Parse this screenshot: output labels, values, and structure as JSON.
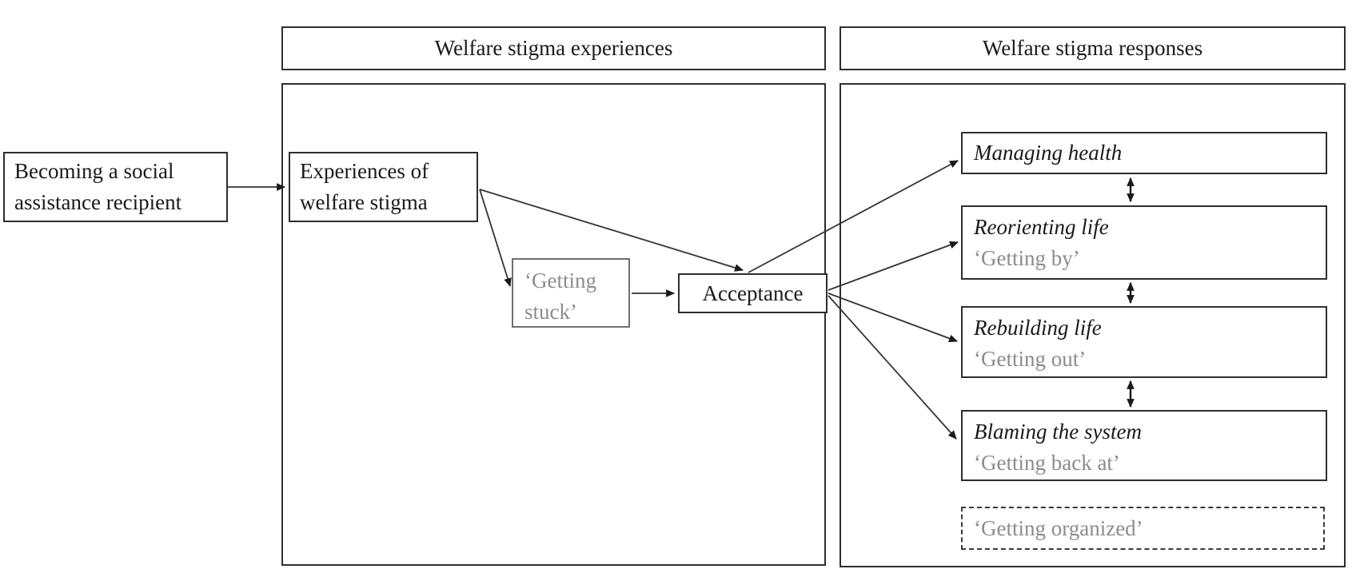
{
  "figure": {
    "background": "#ffffff",
    "text_color": "#1a1a1a",
    "muted_text_color": "#8c8c8c",
    "border_color": "#2e2e2e",
    "secondary_border_color": "#6f6f6f",
    "arrow_color": "#333333"
  },
  "headers": {
    "experiences": "Welfare stigma experiences",
    "responses": "Welfare stigma responses"
  },
  "nodes": {
    "becoming": {
      "label": "Becoming a social assistance recipient"
    },
    "experiences": {
      "label": "Experiences of welfare stigma"
    },
    "getting_stuck": {
      "label": "‘Getting stuck’"
    },
    "acceptance": {
      "label": "Acceptance"
    },
    "managing_health": {
      "title": "Managing health"
    },
    "reorienting_life": {
      "title": "Reorienting life",
      "subtitle": "‘Getting by’"
    },
    "rebuilding_life": {
      "title": "Rebuilding life",
      "subtitle": "‘Getting out’"
    },
    "blaming_system": {
      "title": "Blaming the system",
      "subtitle": "‘Getting back at’"
    },
    "getting_organized": {
      "label": "‘Getting organized’"
    }
  },
  "edges": [
    {
      "from": "becoming",
      "to": "experiences",
      "style": "arrow"
    },
    {
      "from": "experiences",
      "to": "getting_stuck",
      "style": "arrow"
    },
    {
      "from": "getting_stuck",
      "to": "acceptance",
      "style": "arrow"
    },
    {
      "from": "experiences",
      "to": "acceptance",
      "style": "arrow"
    },
    {
      "from": "acceptance",
      "to": "managing_health",
      "style": "arrow"
    },
    {
      "from": "acceptance",
      "to": "reorienting_life",
      "style": "arrow"
    },
    {
      "from": "acceptance",
      "to": "rebuilding_life",
      "style": "arrow"
    },
    {
      "from": "acceptance",
      "to": "blaming_system",
      "style": "arrow"
    },
    {
      "from": "managing_health",
      "to": "reorienting_life",
      "style": "double-arrow"
    },
    {
      "from": "reorienting_life",
      "to": "rebuilding_life",
      "style": "double-arrow"
    },
    {
      "from": "rebuilding_life",
      "to": "blaming_system",
      "style": "double-arrow"
    }
  ]
}
